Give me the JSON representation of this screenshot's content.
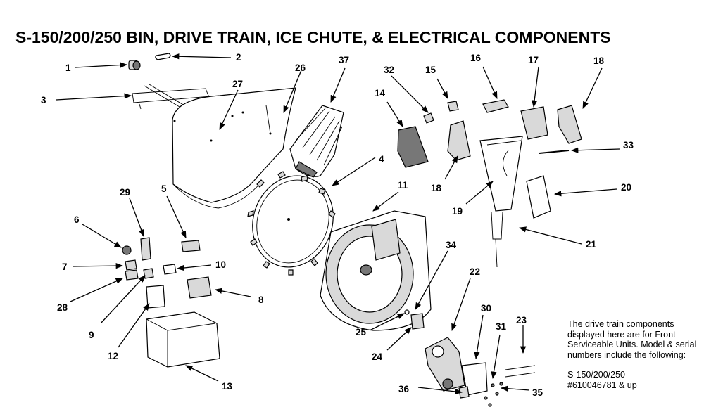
{
  "title": "S-150/200/250 BIN, DRIVE TRAIN, ICE CHUTE, & ELECTRICAL COMPONENTS",
  "note": {
    "paragraph": "The drive train components displayed here are for Front Serviceable Units. Model & serial numbers include the following:",
    "model": "S-150/200/250",
    "serial": "#610046781 & up"
  },
  "callouts": [
    "1",
    "2",
    "3",
    "4",
    "5",
    "6",
    "7",
    "8",
    "9",
    "10",
    "11",
    "12",
    "13",
    "14",
    "15",
    "16",
    "17",
    "18",
    "18",
    "19",
    "20",
    "21",
    "22",
    "23",
    "24",
    "25",
    "26",
    "27",
    "28",
    "29",
    "30",
    "31",
    "32",
    "33",
    "34",
    "35",
    "36",
    "37"
  ]
}
